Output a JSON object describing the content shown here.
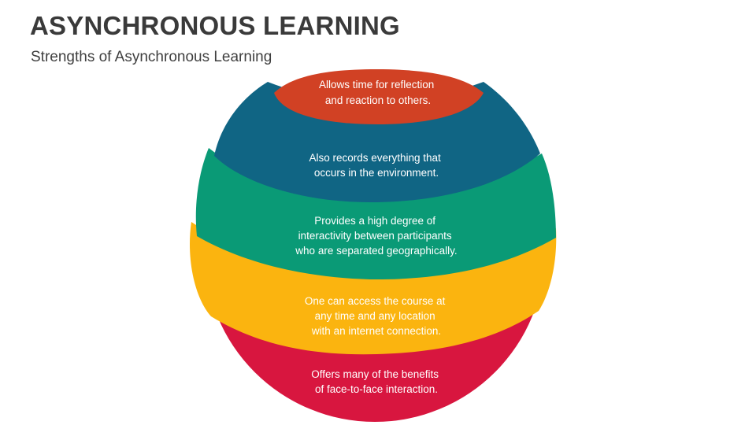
{
  "header": {
    "title": "ASYNCHRONOUS LEARNING",
    "subtitle": "Strengths of Asynchronous Learning"
  },
  "bands": [
    {
      "lines": [
        "Allows time for reflection",
        "and reaction to others."
      ],
      "color": "#d14124"
    },
    {
      "lines": [
        "Also records everything that",
        "occurs in the environment."
      ],
      "color": "#106584"
    },
    {
      "lines": [
        "Provides a high degree of",
        "interactivity between participants",
        "who are separated geographically."
      ],
      "color": "#0a9a76"
    },
    {
      "lines": [
        "One can access the course at",
        "any time and any location",
        "with an internet connection."
      ],
      "color": "#fbb40f"
    },
    {
      "lines": [
        "Offers many of the benefits",
        "of face-to-face interaction."
      ],
      "color": "#d8163f"
    }
  ]
}
